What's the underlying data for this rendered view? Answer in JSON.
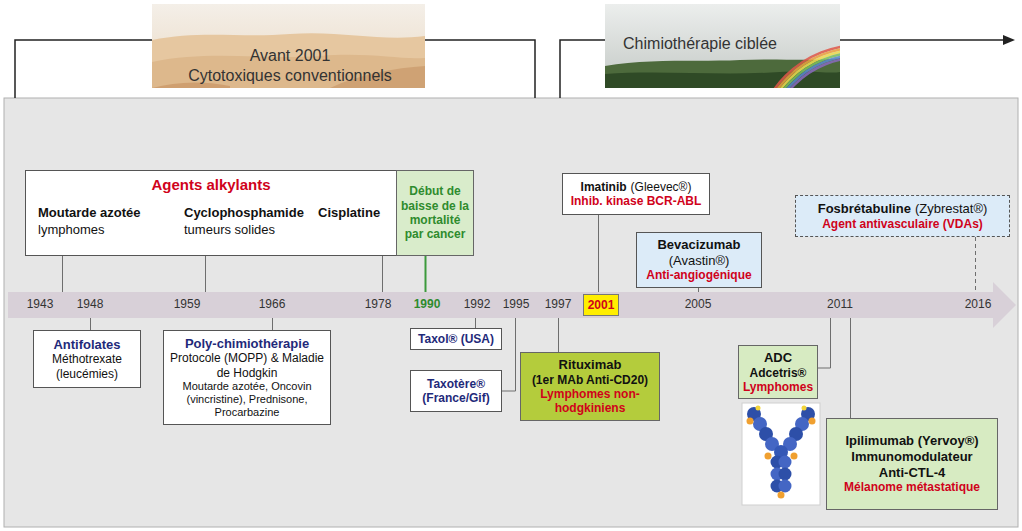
{
  "diagram": {
    "nodes": [
      {
        "text": [
          "Agents alkylants",
          "Moutarde azotée",
          "lymphomes",
          "Cyclophosphamide",
          "tumeurs solides",
          "Cisplatine"
        ]
      },
      {
        "text": [
          "Début de baisse de la mortalité par cancer"
        ]
      },
      {
        "text": [
          "Imatinib",
          "(Gleevec®)",
          "Inhib. kinase BCR-ABL"
        ]
      },
      {
        "text": [
          "Bevacizumab",
          "(Avastin®)",
          "Anti-angiogénique"
        ]
      },
      {
        "text": [
          "Fosbrétabuline",
          "(Zybrestat®)",
          "Agent antivasculaire (VDAs)"
        ]
      },
      {
        "text": [
          "1943",
          "1948",
          "1959",
          "1966",
          "1978",
          "1990",
          "1992",
          "1995",
          "1997",
          "2005",
          "2011",
          "2016"
        ]
      },
      {
        "text": [
          "2001"
        ],
        "in": 5
      },
      {
        "text": [
          "Antifolates",
          "Méthotrexate (leucémies)"
        ]
      },
      {
        "text": [
          "Poly-chimiothérapie",
          "Protocole (MOPP) & Maladie de Hodgkin",
          "Moutarde azotée, Oncovin (vincristine), Prednisone, Procarbazine"
        ]
      },
      {
        "text": [
          "Taxol® (USA)"
        ]
      },
      {
        "text": [
          "Taxotère® (France/Gif)"
        ]
      },
      {
        "text": [
          "Rituximab",
          "(1er MAb Anti-CD20)",
          "Lymphomes non-hodgkiniens"
        ]
      },
      {
        "text": [
          "ADC",
          "Adcetris®",
          "Lymphomes"
        ]
      },
      {
        "text": [
          "Ipilimumab (Yervoy®)",
          "Immunomodulateur",
          "Anti-CTL-4",
          "Mélanome métastatique"
        ]
      }
    ],
    "edges": [
      {
        "from": 0,
        "to": 5,
        "arrow": "none"
      },
      {
        "from": 0,
        "to": 5,
        "arrow": "none"
      },
      {
        "from": 0,
        "to": 5,
        "arrow": "none"
      },
      {
        "from": 1,
        "to": 5,
        "arrow": "none"
      },
      {
        "from": 2,
        "to": 6,
        "arrow": "none"
      },
      {
        "from": 3,
        "to": 5,
        "arrow": "none"
      },
      {
        "from": 4,
        "to": 5,
        "arrow": "none"
      },
      {
        "from": 5,
        "to": 7,
        "arrow": "none"
      },
      {
        "from": 5,
        "to": 8,
        "arrow": "none"
      },
      {
        "from": 5,
        "to": 9,
        "arrow": "none"
      },
      {
        "from": 5,
        "to": 10,
        "arrow": "none"
      },
      {
        "from": 5,
        "to": 11,
        "arrow": "none"
      },
      {
        "from": 5,
        "to": 12,
        "arrow": "none"
      },
      {
        "from": 5,
        "to": 13,
        "arrow": "none"
      }
    ],
    "labels": [
      "Avant 2001",
      "Cytotoxiques conventionnels",
      "Chimiothérapie ciblée"
    ]
  }
}
